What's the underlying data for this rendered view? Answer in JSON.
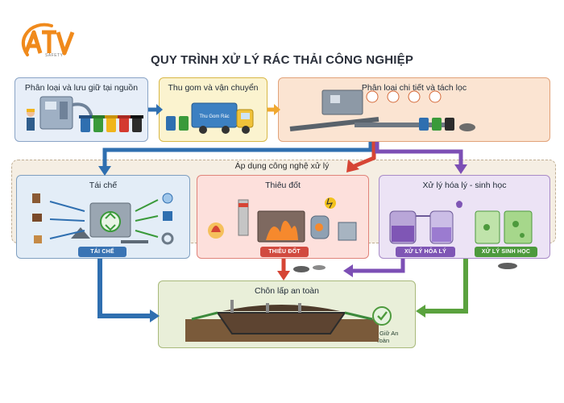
{
  "logo": {
    "text": "ATV",
    "subtitle": "SAFETY"
  },
  "title": "QUY TRÌNH XỬ LÝ RÁC THẢI CÔNG NGHIỆP",
  "steps": {
    "source": "Phân loại và lưu giữ tại nguồn",
    "collect": "Thu gom và vận chuyển",
    "truck_label": "Thu Gom Rác",
    "sort": "Phân loại chi tiết và tách lọc"
  },
  "apply_label": "Áp dụng công nghệ xử lý",
  "methods": {
    "recycle": {
      "title": "Tái chế",
      "tag": "TÁI CHẾ"
    },
    "incineration": {
      "title": "Thiêu đốt",
      "tag": "THIÊU ĐỐT"
    },
    "chem_bio": {
      "title": "Xử lý hóa lý - sinh học",
      "tag_chem": "XỬ LÝ HÓA LÝ",
      "tag_bio": "XỬ LÝ SINH HỌC"
    }
  },
  "landfill": {
    "title": "Chôn lấp an toàn",
    "badge": "Lưu Giữ An Toàn"
  },
  "colors": {
    "arrow_blue": "#2f6fb0",
    "arrow_orange": "#f0a830",
    "arrow_red": "#d64535",
    "arrow_purple": "#7c4fb5",
    "arrow_green": "#5aa23e",
    "logo_orange": "#f08a1c"
  }
}
